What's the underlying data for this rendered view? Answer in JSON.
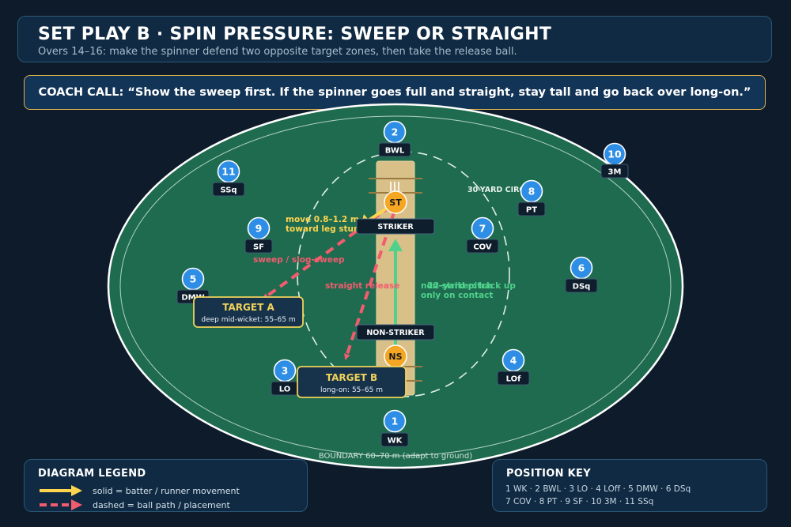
{
  "header": {
    "title": "SET PLAY B · SPIN PRESSURE: SWEEP OR STRAIGHT",
    "subtitle": "Overs 14–16: make the spinner defend two opposite target zones, then take the release ball."
  },
  "coach_call": "COACH CALL: “Show the sweep first. If the spinner goes full and straight, stay tall and go back over long-on.”",
  "field": {
    "circle_label": "30-YARD CIRCLE",
    "boundary_label": "BOUNDARY 60–70 m (adapt to ground)",
    "pitch_label": "22-yard pitch"
  },
  "batters": {
    "striker": {
      "marker": "ST",
      "tag": "STRIKER"
    },
    "non_striker": {
      "marker": "NS",
      "tag": "NON-STRIKER"
    }
  },
  "fielders": [
    {
      "num": "1",
      "code": "WK"
    },
    {
      "num": "2",
      "code": "BWL"
    },
    {
      "num": "3",
      "code": "LO"
    },
    {
      "num": "4",
      "code": "LOf"
    },
    {
      "num": "5",
      "code": "DMW"
    },
    {
      "num": "6",
      "code": "DSq"
    },
    {
      "num": "7",
      "code": "COV"
    },
    {
      "num": "8",
      "code": "PT"
    },
    {
      "num": "9",
      "code": "SF"
    },
    {
      "num": "10",
      "code": "3M"
    },
    {
      "num": "11",
      "code": "SSq"
    }
  ],
  "targets": {
    "a": {
      "title": "TARGET A",
      "desc": "deep mid-wicket: 55–65 m"
    },
    "b": {
      "title": "TARGET B",
      "desc": "long-on: 55–65 m"
    }
  },
  "annotations": {
    "move_line1": "move 0.8–1.2 m",
    "move_line2": "toward leg stump",
    "sweep": "sweep / slog-sweep",
    "straight": "straight release",
    "nonstriker_line1": "non-striker: back up",
    "nonstriker_line2": "only on contact"
  },
  "legend": {
    "title": "DIAGRAM LEGEND",
    "solid": "solid = batter / runner movement",
    "dashed": "dashed = ball path / placement"
  },
  "position_key": {
    "title": "POSITION KEY",
    "line1": "1 WK · 2 BWL · 3 LO · 4 LOff · 5 DMW · 6 DSq",
    "line2": "7 COV · 8 PT · 9 SF · 10 3M · 11 SSq"
  },
  "colors": {
    "background": "#0d1b2a",
    "outfield": "#1f6b4f",
    "pitch": "#d9c089",
    "fielder_marker": "#2e8ee6",
    "batter_marker": "#f5a623",
    "ball_path": "#f25c6e",
    "batter_move": "#ffd54f",
    "runner_move": "#4fd18b",
    "target_border": "#f0d35a",
    "highlight_gold": "#e0b04a"
  }
}
